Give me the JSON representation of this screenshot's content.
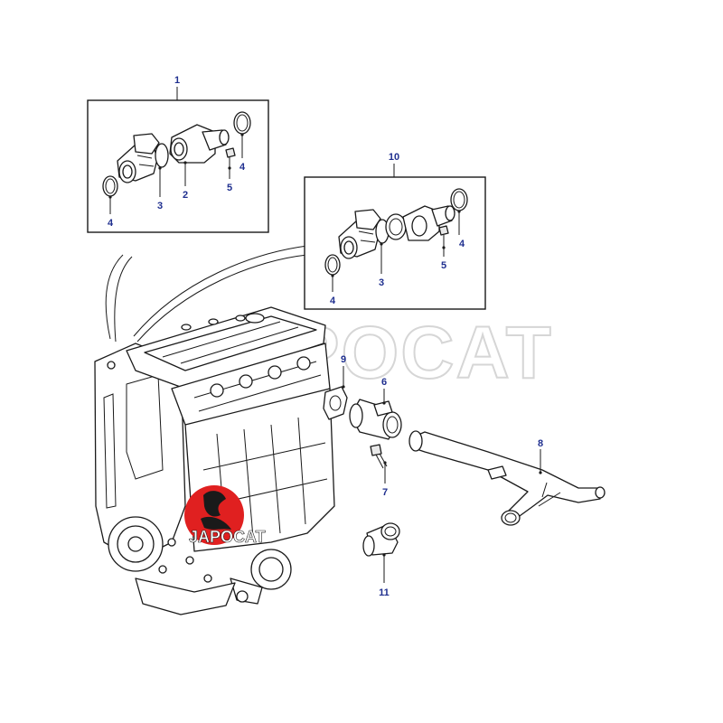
{
  "diagram": {
    "callouts": [
      {
        "id": "c1",
        "label": "1"
      },
      {
        "id": "c2",
        "label": "2"
      },
      {
        "id": "c3a",
        "label": "3"
      },
      {
        "id": "c4a",
        "label": "4"
      },
      {
        "id": "c4b",
        "label": "4"
      },
      {
        "id": "c5a",
        "label": "5"
      },
      {
        "id": "c10",
        "label": "10"
      },
      {
        "id": "c3b",
        "label": "3"
      },
      {
        "id": "c4c",
        "label": "4"
      },
      {
        "id": "c4d",
        "label": "4"
      },
      {
        "id": "c5b",
        "label": "5"
      },
      {
        "id": "c9",
        "label": "9"
      },
      {
        "id": "c6",
        "label": "6"
      },
      {
        "id": "c7",
        "label": "7"
      },
      {
        "id": "c8",
        "label": "8"
      },
      {
        "id": "c11",
        "label": "11"
      }
    ],
    "watermark": "JAPOCAT",
    "logo_text": "JAPOCAT",
    "colors": {
      "callout_text": "#1f2f8f",
      "line": "#1a1a1a",
      "logo_red": "#e02020",
      "watermark": "#d6d6d6"
    }
  }
}
